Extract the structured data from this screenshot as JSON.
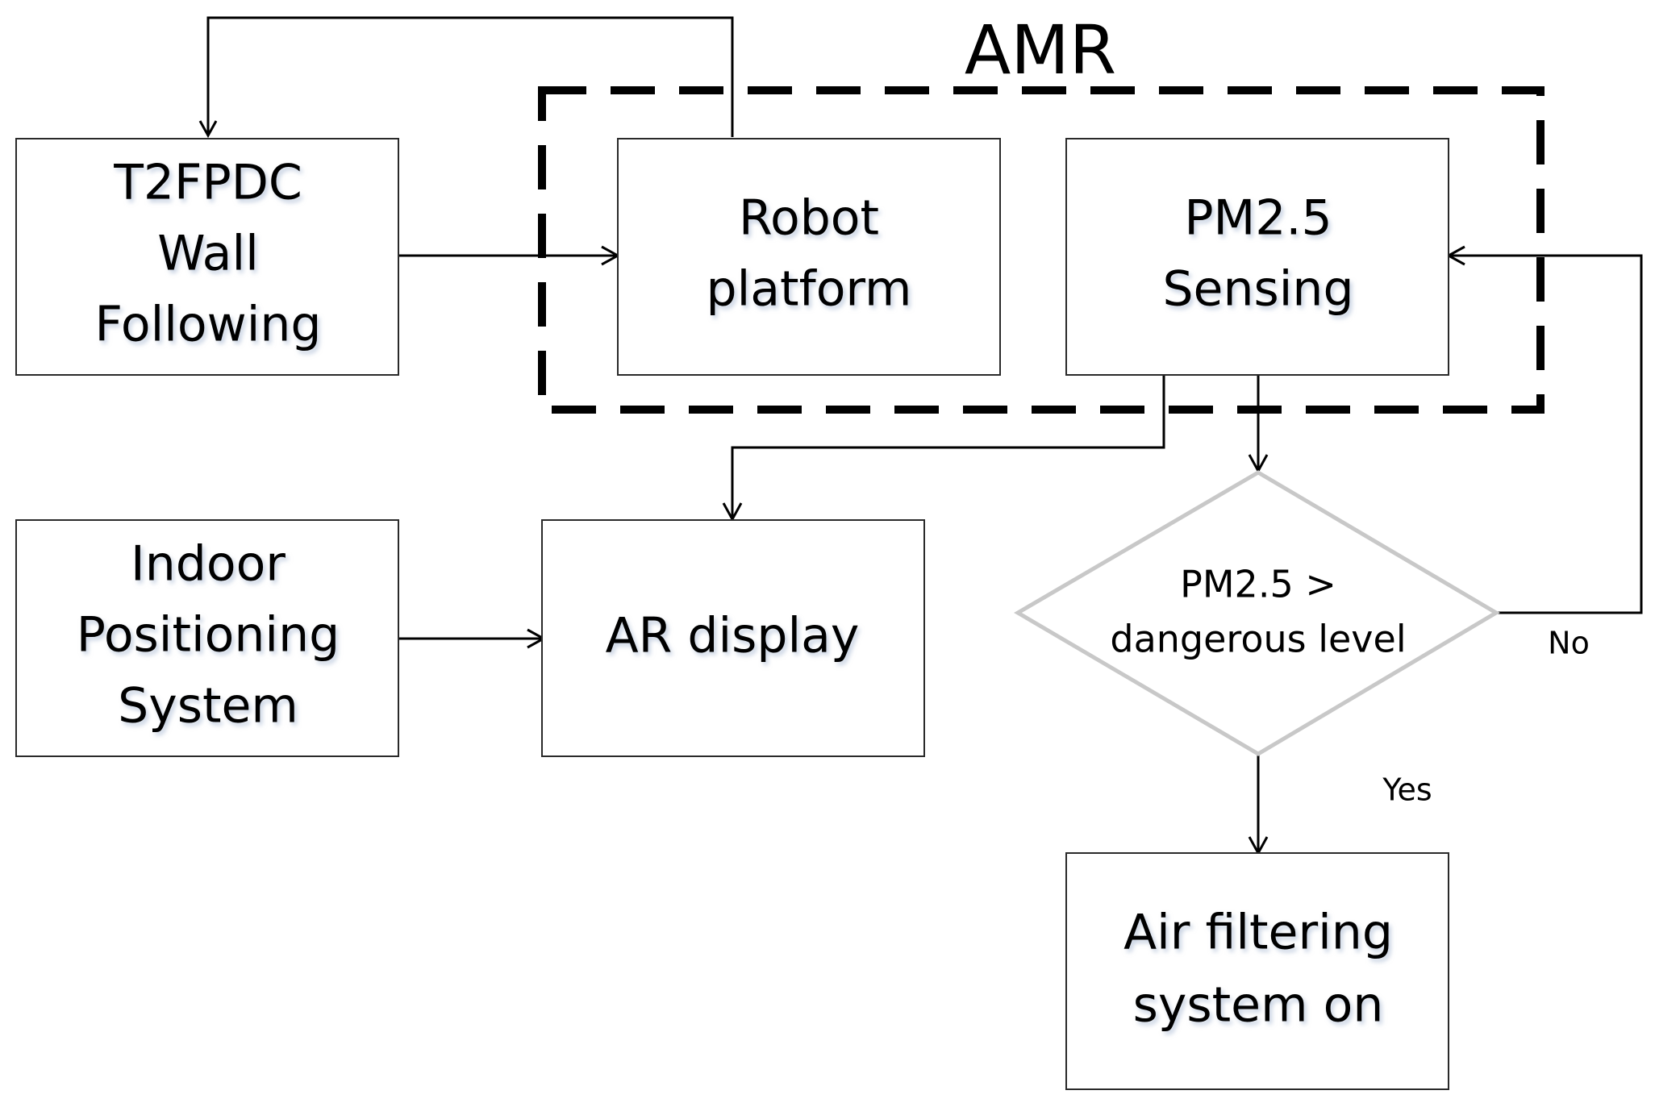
{
  "title": "AMR",
  "nodes": {
    "wall_following": [
      "T2FPDC",
      "Wall",
      "Following"
    ],
    "robot_platform": [
      "Robot",
      "platform"
    ],
    "pm_sensing": [
      "PM2.5",
      "Sensing"
    ],
    "indoor_positioning": [
      "Indoor",
      "Positioning",
      "System"
    ],
    "ar_display": [
      "AR display"
    ],
    "decision": [
      "PM2.5 >",
      "dangerous level"
    ],
    "air_filter": [
      "Air filtering",
      "system on"
    ]
  },
  "edge_labels": {
    "no": "No",
    "yes": "Yes"
  }
}
